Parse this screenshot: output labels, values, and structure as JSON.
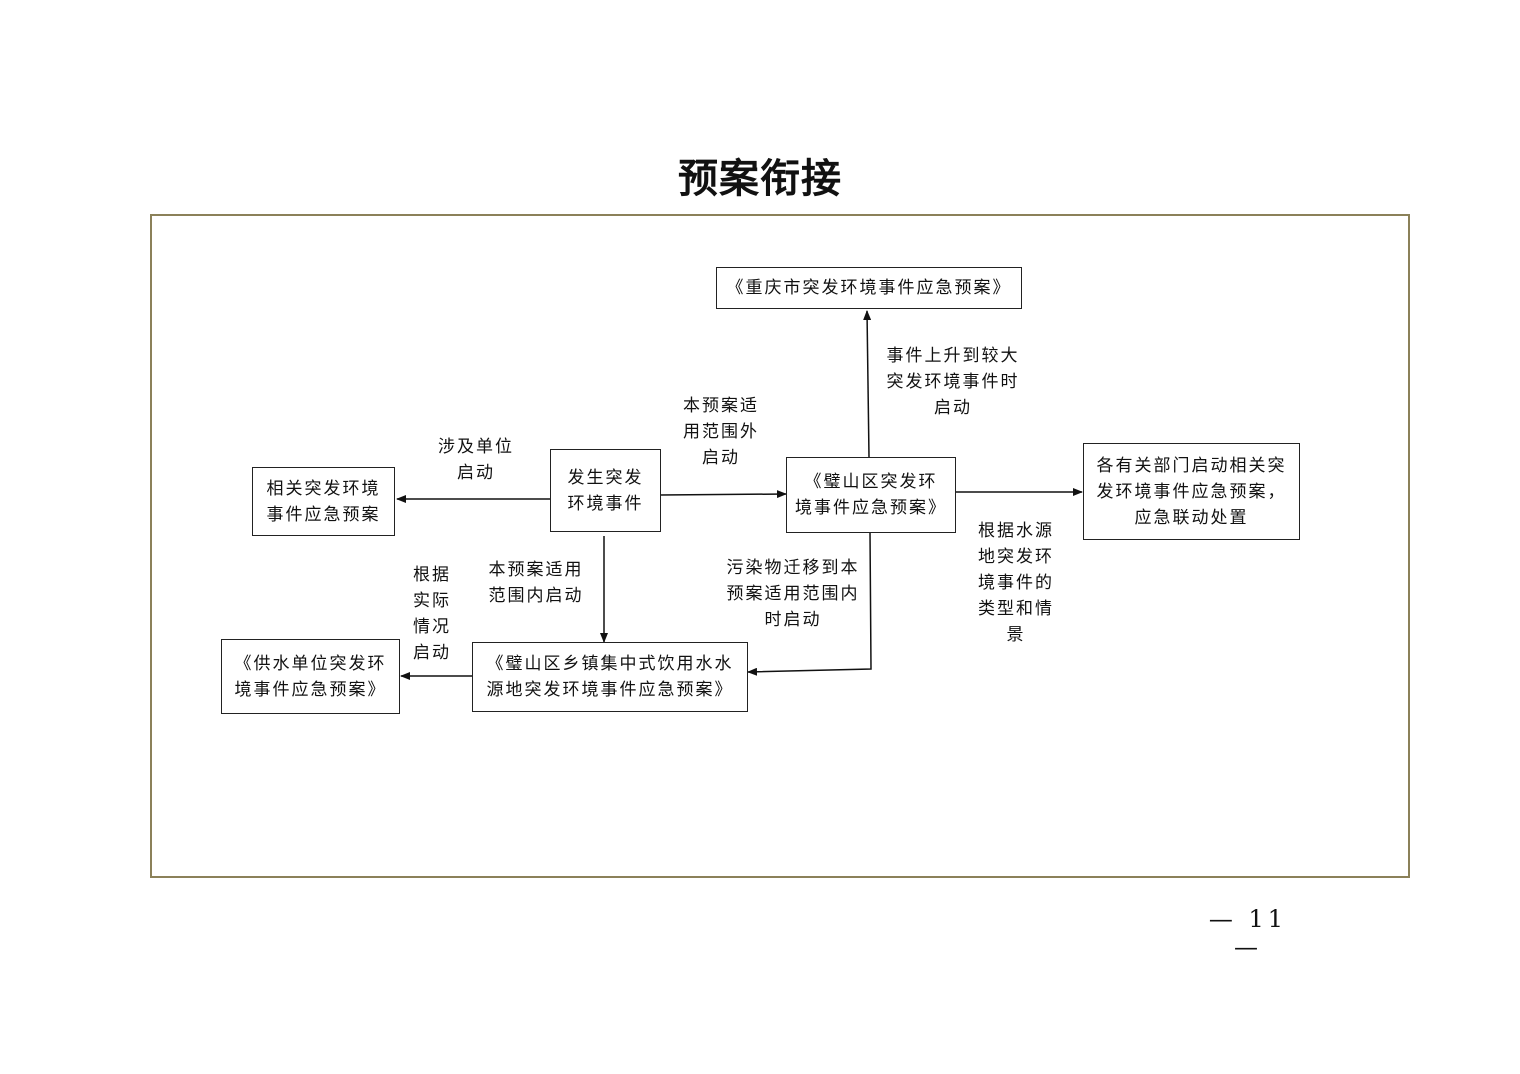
{
  "title": "预案衔接",
  "boxes": {
    "chongqing": "《重庆市突发环境事件应急预案》",
    "related_units": "相关突发环境\n事件应急预案",
    "event": "发生突发\n环境事件",
    "bishan": "《璧山区突发环\n境事件应急预案》",
    "departments": "各有关部门启动相关突\n发环境事件应急预案，\n应急联动处置",
    "water_supply": "《供水单位突发环\n境事件应急预案》",
    "water_source": "《璧山区乡镇集中式饮用水水\n源地突发环境事件应急预案》"
  },
  "labels": {
    "upgrade": "事件上升到较大\n突发环境事件时\n启动",
    "out_of_scope": "本预案适\n用范围外\n启动",
    "involved_units": "涉及单位\n启动",
    "in_scope": "本预案适用\n范围内启动",
    "pollutant": "污染物迁移到本\n预案适用范围内\n时启动",
    "by_type": "根据水源\n地突发环\n境事件的\n类型和情\n景",
    "actual": "根据\n实际\n情况\n启动"
  },
  "page_number": "— 11 —"
}
